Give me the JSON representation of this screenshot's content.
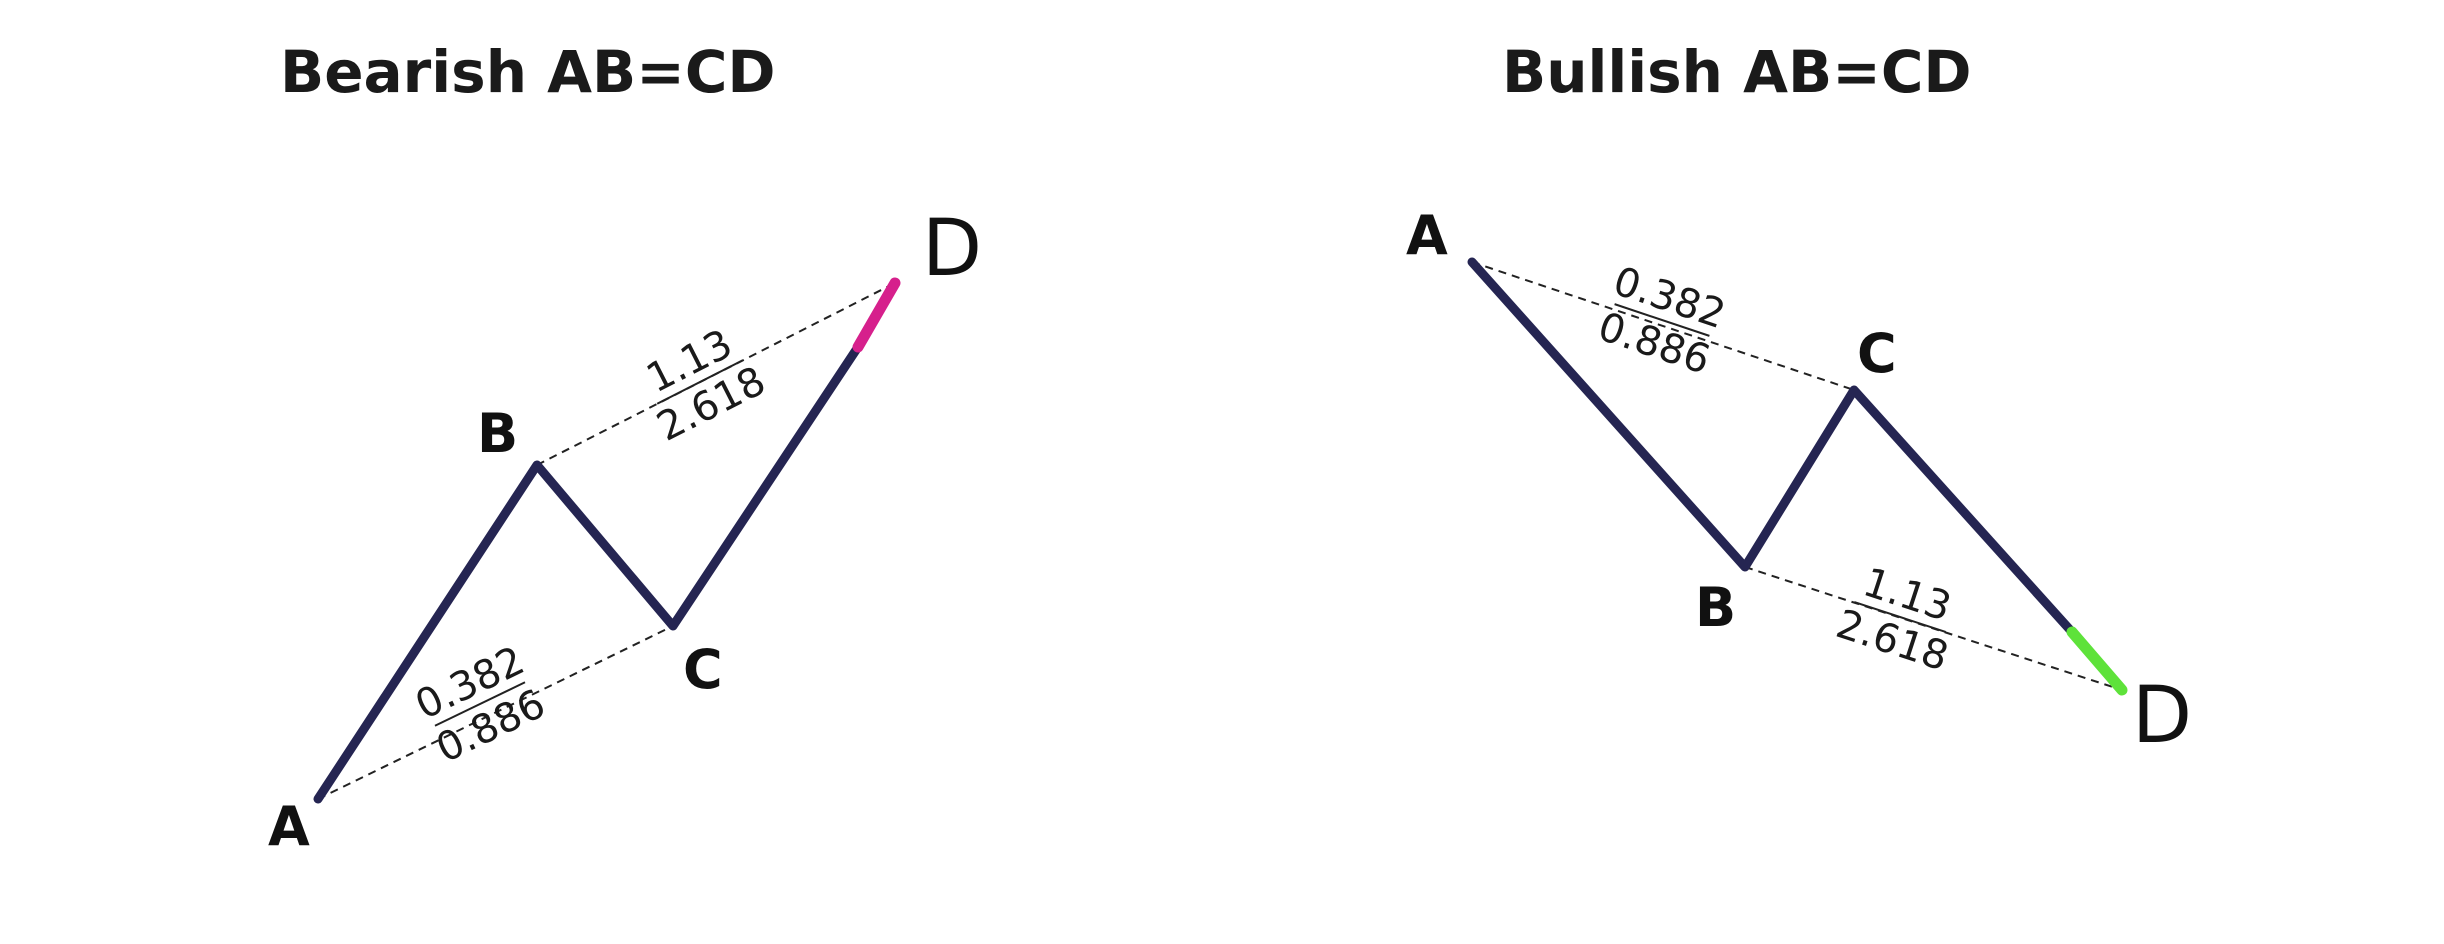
{
  "bearish": {
    "title": "Bearish AB=CD",
    "points": {
      "A": "A",
      "B": "B",
      "C": "C",
      "D": "D"
    },
    "ab_retrace": {
      "top": "0.382",
      "bottom": "0.886"
    },
    "bc_extension": {
      "top": "1.13",
      "bottom": "2.618"
    },
    "end_color": "#d6208c"
  },
  "bullish": {
    "title": "Bullish AB=CD",
    "points": {
      "A": "A",
      "B": "B",
      "C": "C",
      "D": "D"
    },
    "ab_retrace": {
      "top": "0.382",
      "bottom": "0.886"
    },
    "bc_extension": {
      "top": "1.13",
      "bottom": "2.618"
    },
    "end_color": "#5ee23a"
  },
  "line_color": "#252552"
}
